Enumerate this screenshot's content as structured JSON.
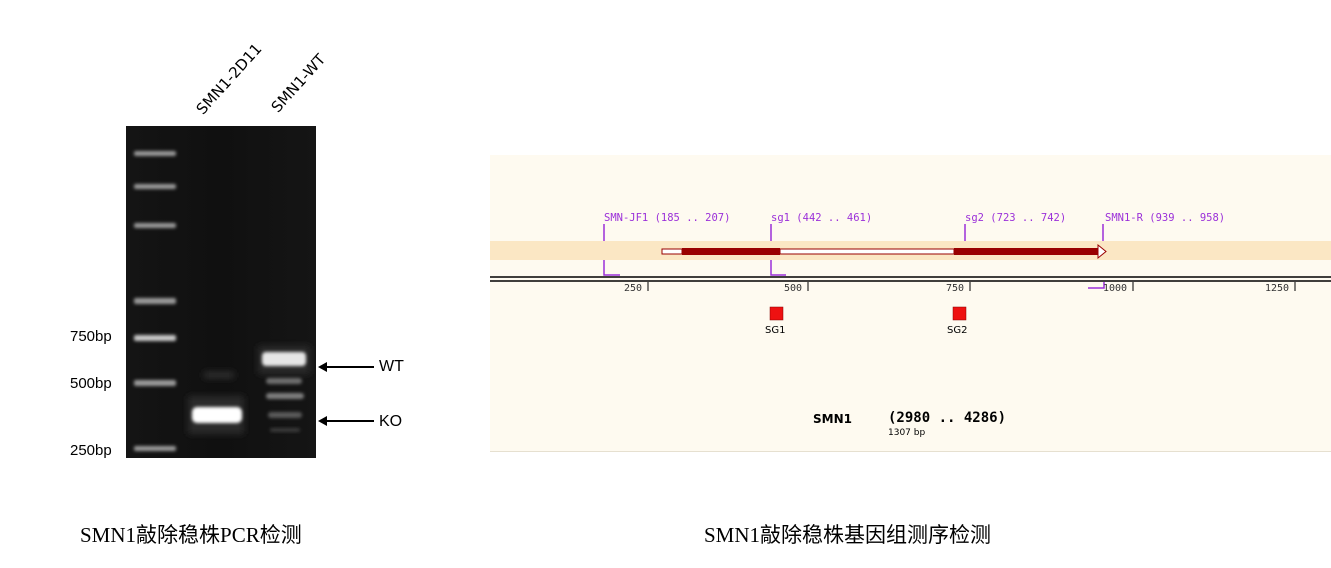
{
  "gel": {
    "lanes": [
      "SMN1-2D11",
      "SMN1-WT"
    ],
    "size_markers": [
      "750bp",
      "500bp",
      "250bp"
    ],
    "arrows": [
      "WT",
      "KO"
    ],
    "caption": "SMN1敲除稳株PCR检测"
  },
  "map": {
    "primers": [
      {
        "name": "SMN-JF1",
        "range": "(185 .. 207)"
      },
      {
        "name": "sg1",
        "range": "(442 .. 461)"
      },
      {
        "name": "sg2",
        "range": "(723 .. 742)"
      },
      {
        "name": "SMN1-R",
        "range": "(939 .. 958)"
      }
    ],
    "ticks": [
      "250",
      "500",
      "750",
      "1000",
      "1250"
    ],
    "sg_markers": [
      "SG1",
      "SG2"
    ],
    "gene_name": "SMN1",
    "gene_range": "(2980 .. 4286)",
    "gene_length": "1307 bp",
    "caption": "SMN1敲除稳株基因组测序检测",
    "colors": {
      "background": "#fefaf0",
      "track": "#fbe7c4",
      "feature": "#990000",
      "primer": "#9b30d9",
      "sg": "#ee1111"
    }
  }
}
